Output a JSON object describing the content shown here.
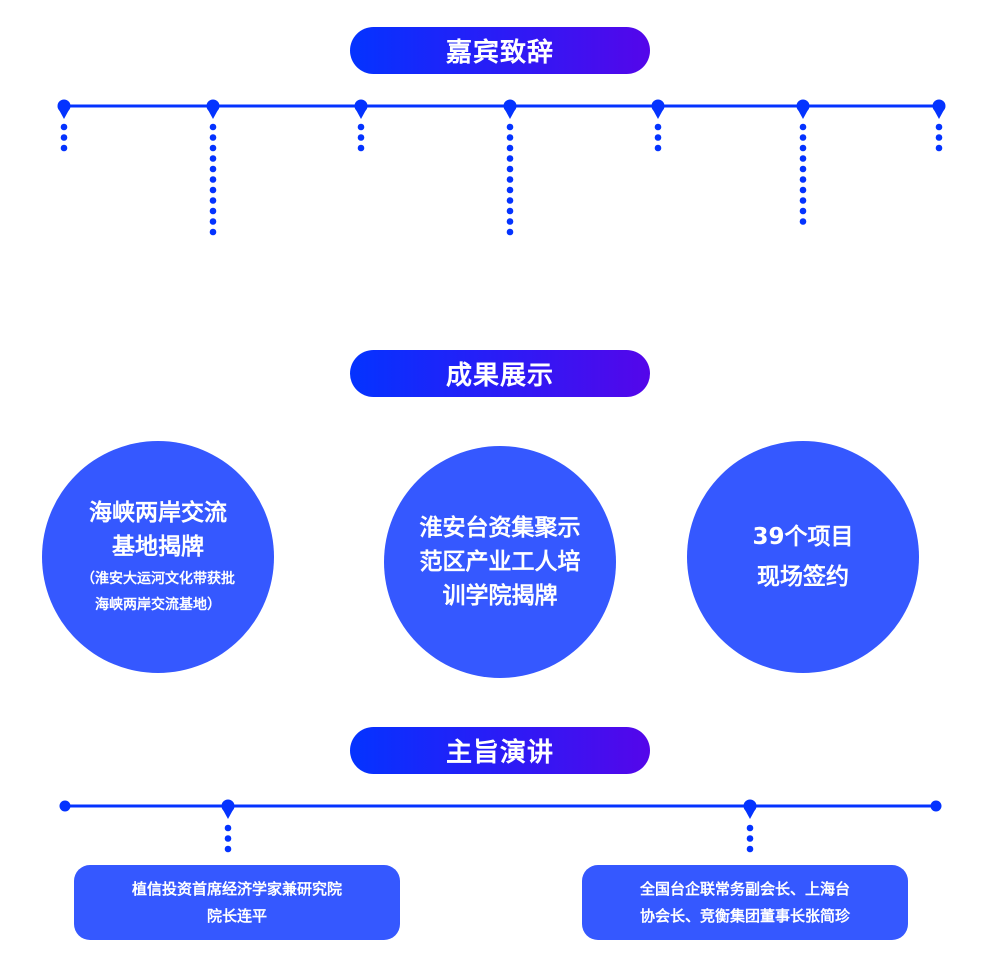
{
  "colors": {
    "accent": "#0433ff",
    "gradient_end": "#5406ea",
    "card": "#3558ff",
    "text": "#ffffff"
  },
  "sections": {
    "guest_speech": {
      "title": "嘉宾致辞",
      "timeline": {
        "pins": [
          {
            "dots": 3
          },
          {
            "dots": 11
          },
          {
            "dots": 3
          },
          {
            "dots": 11
          },
          {
            "dots": 3
          },
          {
            "dots": 10
          },
          {
            "dots": 3
          }
        ]
      }
    },
    "achievements": {
      "title": "成果展示",
      "items": [
        {
          "lines": [
            "海峡两岸交流",
            "基地揭牌"
          ],
          "sub_lines": [
            "（淮安大运河文化带获批",
            "海峡两岸交流基地）"
          ]
        },
        {
          "lines": [
            "淮安台资集聚示",
            "范区产业工人培",
            "训学院揭牌"
          ],
          "sub_lines": []
        },
        {
          "lines": [
            "39个项目",
            "现场签约"
          ],
          "sub_lines": []
        }
      ]
    },
    "keynote": {
      "title": "主旨演讲",
      "speakers": [
        {
          "lines": [
            "植信投资首席经济学家兼研究院",
            "院长连平"
          ]
        },
        {
          "lines": [
            "全国台企联常务副会长、上海台",
            "协会长、竞衡集团董事长张简珍"
          ]
        }
      ]
    }
  }
}
